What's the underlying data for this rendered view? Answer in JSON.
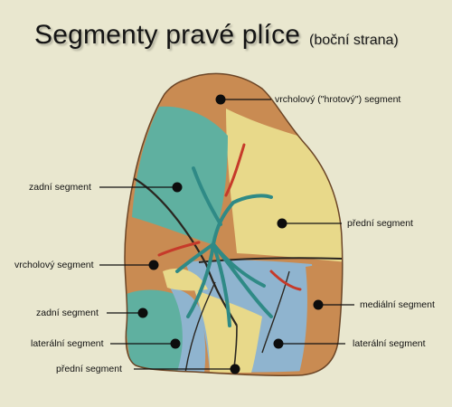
{
  "title": "Segmenty pravé plíce",
  "subtitle": "(boční strana)",
  "colors": {
    "background": "#e9e7cf",
    "orange_segment": "#c98b52",
    "teal_segment": "#5fb0a0",
    "yellow_segment": "#e8d98a",
    "blue_segment": "#8fb4cf",
    "fissure": "#2a2620"
  },
  "labels": {
    "apical": "vrcholový (\"hrotový\") segment",
    "posterior_upper": "zadní segment",
    "anterior_upper": "přední segment",
    "superior_lower": "vrcholový segment",
    "medial": "mediální segment",
    "posterior_lower": "zadní segment",
    "lateral_left": "laterální segment",
    "lateral_right": "laterální segment",
    "anterior_lower": "přední segment"
  }
}
